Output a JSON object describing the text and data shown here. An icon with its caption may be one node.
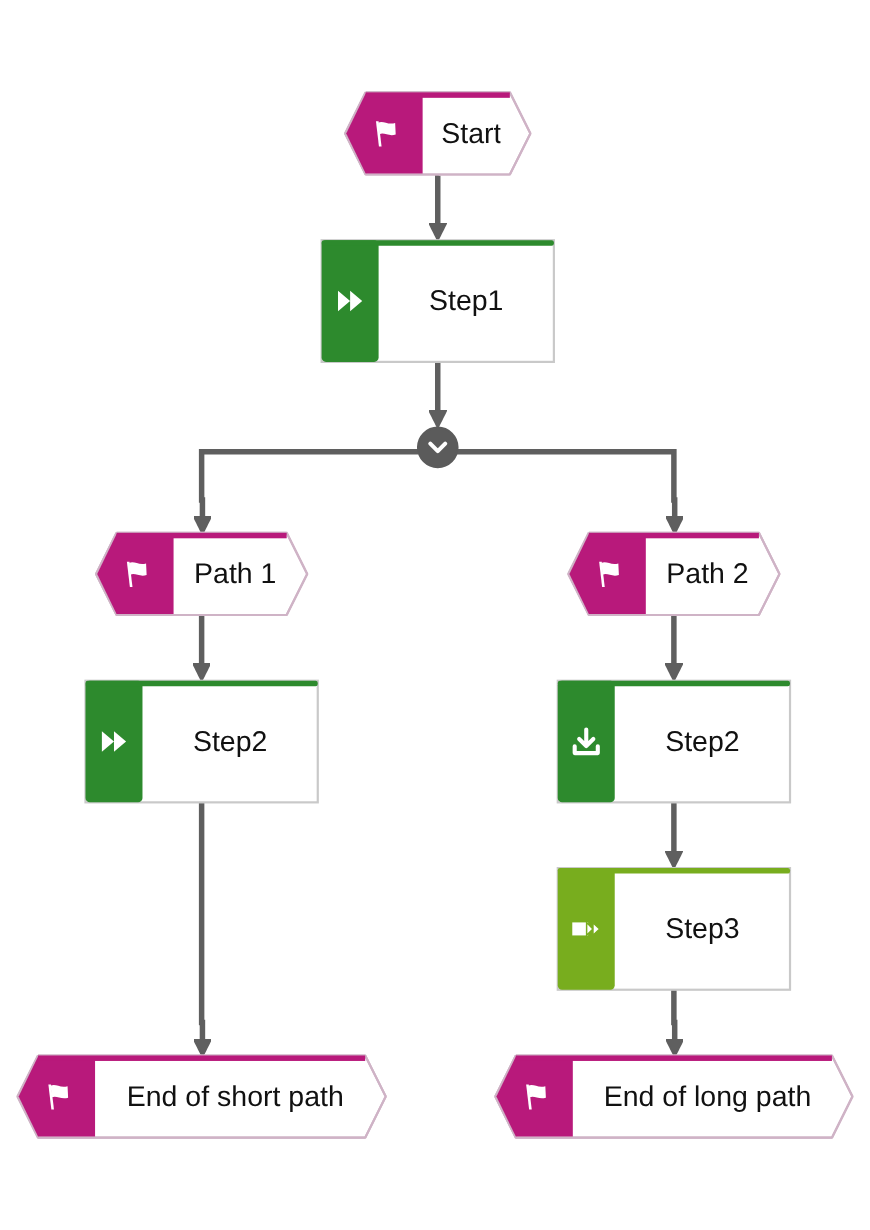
{
  "diagram": {
    "nodes": [
      {
        "text": [
          "Start"
        ]
      },
      {
        "text": [
          "Step1"
        ]
      },
      {
        "text": [],
        "shape": "circle"
      },
      {
        "text": [
          "Path 1"
        ]
      },
      {
        "text": [
          "Path 2"
        ]
      },
      {
        "text": [
          "Step2"
        ]
      },
      {
        "text": [
          "Step2"
        ]
      },
      {
        "text": [
          "Step3"
        ]
      },
      {
        "text": [
          "End of short path"
        ]
      },
      {
        "text": [
          "End of long path"
        ]
      }
    ],
    "edges": [
      {
        "from": 0,
        "to": 1,
        "arrow": "to"
      },
      {
        "from": 1,
        "to": 2,
        "arrow": "to"
      },
      {
        "from": 2,
        "to": 3,
        "arrow": "to"
      },
      {
        "from": 2,
        "to": 4,
        "arrow": "to"
      },
      {
        "from": 3,
        "to": 5,
        "arrow": "to"
      },
      {
        "from": 4,
        "to": 6,
        "arrow": "to"
      },
      {
        "from": 5,
        "to": 8,
        "arrow": "to"
      },
      {
        "from": 6,
        "to": 7,
        "arrow": "to"
      },
      {
        "from": 7,
        "to": 9,
        "arrow": "to"
      }
    ]
  }
}
